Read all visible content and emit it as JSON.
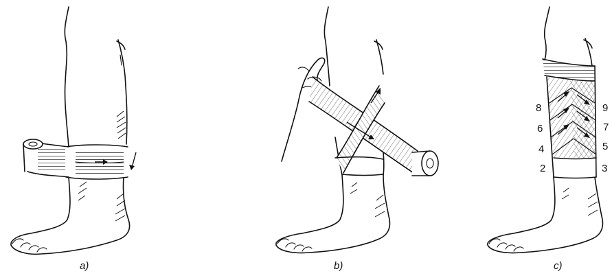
{
  "figure": {
    "panels": [
      {
        "id": "a",
        "label": "a)"
      },
      {
        "id": "b",
        "label": "b)"
      },
      {
        "id": "c",
        "label": "c)"
      }
    ],
    "turn_numbers_left": [
      "8",
      "6",
      "4",
      "2"
    ],
    "turn_numbers_right": [
      "9",
      "7",
      "5",
      "3"
    ]
  }
}
